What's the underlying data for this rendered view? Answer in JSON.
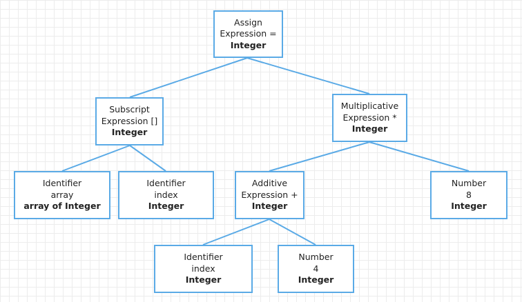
{
  "diagram": {
    "nodes": [
      {
        "id": "assign",
        "lines": [
          "Assign",
          "Expression ="
        ],
        "type": "Integer"
      },
      {
        "id": "subscript",
        "lines": [
          "Subscript",
          "Expression []"
        ],
        "type": "Integer"
      },
      {
        "id": "mult",
        "lines": [
          "Multiplicative",
          "Expression *"
        ],
        "type": "Integer"
      },
      {
        "id": "ident-array",
        "lines": [
          "Identifier",
          "array"
        ],
        "type": "array of Integer"
      },
      {
        "id": "ident-index-1",
        "lines": [
          "Identifier",
          "index"
        ],
        "type": "Integer"
      },
      {
        "id": "additive",
        "lines": [
          "Additive",
          "Expression +"
        ],
        "type": "Integer"
      },
      {
        "id": "number-8",
        "lines": [
          "Number",
          "8"
        ],
        "type": "Integer"
      },
      {
        "id": "ident-index-2",
        "lines": [
          "Identifier",
          "index"
        ],
        "type": "Integer"
      },
      {
        "id": "number-4",
        "lines": [
          "Number",
          "4"
        ],
        "type": "Integer"
      }
    ],
    "edges": [
      [
        "assign",
        "subscript"
      ],
      [
        "assign",
        "mult"
      ],
      [
        "subscript",
        "ident-array"
      ],
      [
        "subscript",
        "ident-index-1"
      ],
      [
        "mult",
        "additive"
      ],
      [
        "mult",
        "number-8"
      ],
      [
        "additive",
        "ident-index-2"
      ],
      [
        "additive",
        "number-4"
      ]
    ],
    "colors": {
      "border": "#5aaae6",
      "edge": "#5aaae6"
    }
  }
}
